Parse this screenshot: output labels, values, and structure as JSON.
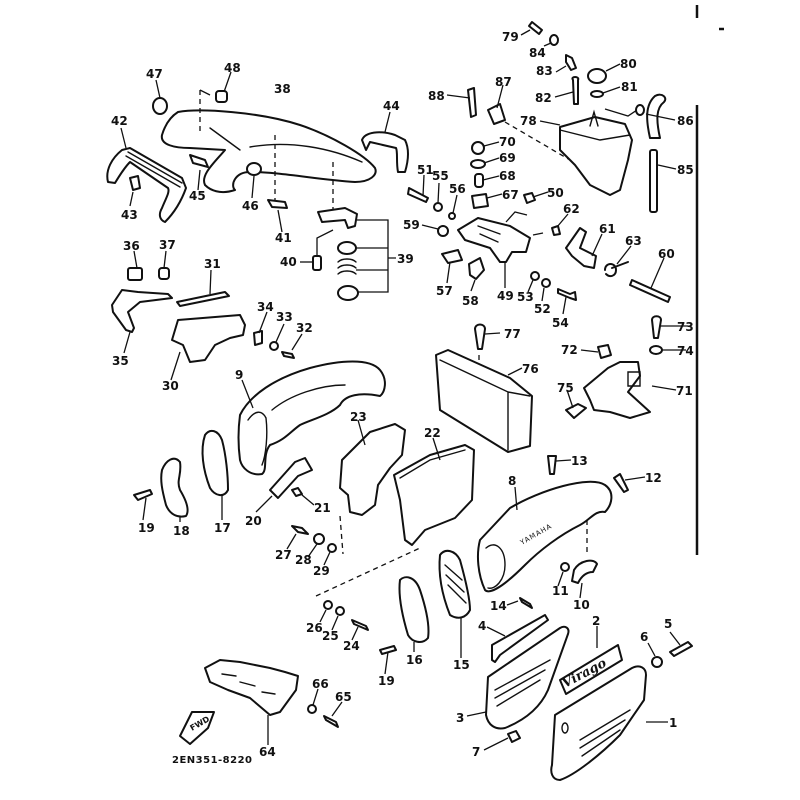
{
  "diagram": {
    "title": "Side cover / battery box exploded parts diagram",
    "drawing_code": "2EN351-8220",
    "direction_arrow_label": "FWD",
    "emblem_text": "Virago",
    "brand_text": "YAMAHA",
    "callouts": [
      {
        "id": "1",
        "label": "1"
      },
      {
        "id": "2",
        "label": "2"
      },
      {
        "id": "3",
        "label": "3"
      },
      {
        "id": "4",
        "label": "4"
      },
      {
        "id": "5",
        "label": "5"
      },
      {
        "id": "6",
        "label": "6"
      },
      {
        "id": "7",
        "label": "7"
      },
      {
        "id": "8",
        "label": "8"
      },
      {
        "id": "9",
        "label": "9"
      },
      {
        "id": "10",
        "label": "10"
      },
      {
        "id": "11",
        "label": "11"
      },
      {
        "id": "12",
        "label": "12"
      },
      {
        "id": "13",
        "label": "13"
      },
      {
        "id": "14",
        "label": "14"
      },
      {
        "id": "15",
        "label": "15"
      },
      {
        "id": "16",
        "label": "16"
      },
      {
        "id": "17",
        "label": "17"
      },
      {
        "id": "18",
        "label": "18"
      },
      {
        "id": "19a",
        "label": "19"
      },
      {
        "id": "19b",
        "label": "19"
      },
      {
        "id": "20",
        "label": "20"
      },
      {
        "id": "21",
        "label": "21"
      },
      {
        "id": "22",
        "label": "22"
      },
      {
        "id": "23",
        "label": "23"
      },
      {
        "id": "24",
        "label": "24"
      },
      {
        "id": "25",
        "label": "25"
      },
      {
        "id": "26",
        "label": "26"
      },
      {
        "id": "27",
        "label": "27"
      },
      {
        "id": "28",
        "label": "28"
      },
      {
        "id": "29",
        "label": "29"
      },
      {
        "id": "30",
        "label": "30"
      },
      {
        "id": "31",
        "label": "31"
      },
      {
        "id": "32",
        "label": "32"
      },
      {
        "id": "33",
        "label": "33"
      },
      {
        "id": "34",
        "label": "34"
      },
      {
        "id": "35",
        "label": "35"
      },
      {
        "id": "36",
        "label": "36"
      },
      {
        "id": "37",
        "label": "37"
      },
      {
        "id": "38",
        "label": "38"
      },
      {
        "id": "39",
        "label": "39"
      },
      {
        "id": "40",
        "label": "40"
      },
      {
        "id": "41",
        "label": "41"
      },
      {
        "id": "42",
        "label": "42"
      },
      {
        "id": "43",
        "label": "43"
      },
      {
        "id": "44",
        "label": "44"
      },
      {
        "id": "45",
        "label": "45"
      },
      {
        "id": "46",
        "label": "46"
      },
      {
        "id": "47",
        "label": "47"
      },
      {
        "id": "48",
        "label": "48"
      },
      {
        "id": "49",
        "label": "49"
      },
      {
        "id": "50",
        "label": "50"
      },
      {
        "id": "51",
        "label": "51"
      },
      {
        "id": "52",
        "label": "52"
      },
      {
        "id": "53",
        "label": "53"
      },
      {
        "id": "54",
        "label": "54"
      },
      {
        "id": "55",
        "label": "55"
      },
      {
        "id": "56",
        "label": "56"
      },
      {
        "id": "57",
        "label": "57"
      },
      {
        "id": "58",
        "label": "58"
      },
      {
        "id": "59",
        "label": "59"
      },
      {
        "id": "60",
        "label": "60"
      },
      {
        "id": "61",
        "label": "61"
      },
      {
        "id": "62",
        "label": "62"
      },
      {
        "id": "63",
        "label": "63"
      },
      {
        "id": "64",
        "label": "64"
      },
      {
        "id": "65",
        "label": "65"
      },
      {
        "id": "66",
        "label": "66"
      },
      {
        "id": "67",
        "label": "67"
      },
      {
        "id": "68",
        "label": "68"
      },
      {
        "id": "69",
        "label": "69"
      },
      {
        "id": "70",
        "label": "70"
      },
      {
        "id": "71",
        "label": "71"
      },
      {
        "id": "72",
        "label": "72"
      },
      {
        "id": "73",
        "label": "73"
      },
      {
        "id": "74",
        "label": "74"
      },
      {
        "id": "75",
        "label": "75"
      },
      {
        "id": "76",
        "label": "76"
      },
      {
        "id": "77",
        "label": "77"
      },
      {
        "id": "78",
        "label": "78"
      },
      {
        "id": "79",
        "label": "79"
      },
      {
        "id": "80",
        "label": "80"
      },
      {
        "id": "81",
        "label": "81"
      },
      {
        "id": "82",
        "label": "82"
      },
      {
        "id": "83",
        "label": "83"
      },
      {
        "id": "84",
        "label": "84"
      },
      {
        "id": "85",
        "label": "85"
      },
      {
        "id": "86",
        "label": "86"
      },
      {
        "id": "87",
        "label": "87"
      },
      {
        "id": "88",
        "label": "88"
      }
    ]
  }
}
